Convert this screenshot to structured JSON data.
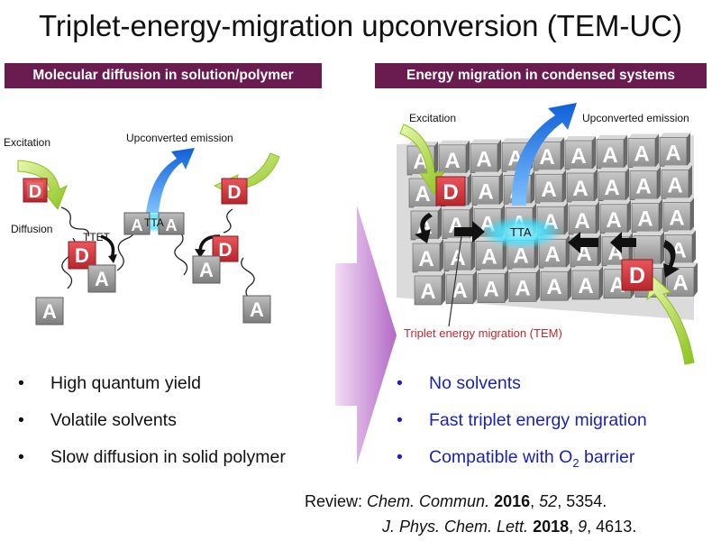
{
  "title": "Triplet-energy-migration upconversion (TEM-UC)",
  "left_panel": {
    "header": "Molecular diffusion in solution/polymer",
    "labels": {
      "excitation": "Excitation",
      "upconverted": "Upconverted emission",
      "diffusion": "Diffusion",
      "ttet": "TTET",
      "tta": "TTA",
      "donor": "D",
      "acceptor": "A"
    },
    "bullets": [
      "High quantum yield",
      "Volatile solvents",
      "Slow diffusion in solid polymer"
    ]
  },
  "right_panel": {
    "header": "Energy migration in condensed systems",
    "labels": {
      "excitation": "Excitation",
      "upconverted": "Upconverted emission",
      "tta": "TTA",
      "tem": "Triplet energy migration (TEM)",
      "donor": "D",
      "acceptor": "A"
    },
    "bullets": [
      "No solvents",
      "Fast triplet energy migration",
      "Compatible with O",
      "2",
      " barrier"
    ]
  },
  "bullet_glyph": "•",
  "review": {
    "prefix": "Review: ",
    "refs": [
      {
        "journal": "Chem. Commun.",
        "year": "2016",
        "volume": "52",
        "pages": ", 5354."
      },
      {
        "journal": "J. Phys. Chem. Lett.",
        "year": "2018",
        "volume": "9",
        "pages": ", 4613."
      }
    ]
  },
  "colors": {
    "header_band": "#6a1b4f",
    "donor_red": "#d3343a",
    "acceptor_gray": "#9a9a9a",
    "green_arrow": "#a7d435",
    "blue_arrow": "#1a73e0",
    "tta_glow": "#3fe0ff",
    "transition_arrow": "#b56bc8",
    "bullet_blue": "#1b22b8",
    "tem_red": "#c2272d"
  }
}
